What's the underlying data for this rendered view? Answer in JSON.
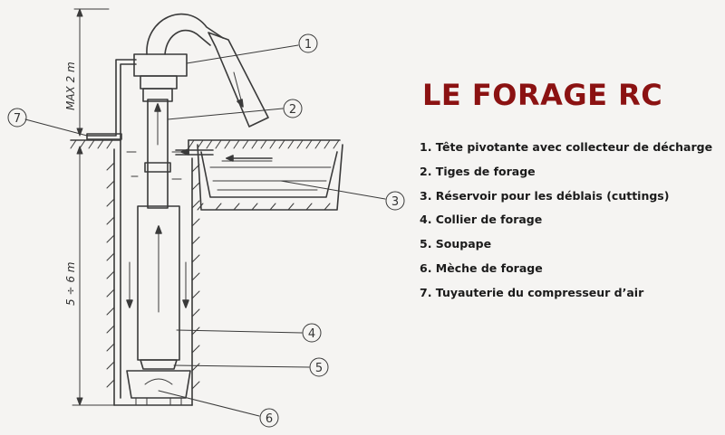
{
  "title": "LE FORAGE RC",
  "colors": {
    "title": "#8b1212",
    "ink": "#3a3a3a",
    "background": "#f5f4f2"
  },
  "legend": [
    "1. Tête pivotante avec collecteur de décharge",
    "2. Tiges de forage",
    "3. Réservoir pour les déblais (cuttings)",
    "4. Collier de forage",
    "5. Soupape",
    "6. Mèche de forage",
    "7. Tuyauterie du compresseur d’air"
  ],
  "callouts": [
    "1",
    "2",
    "3",
    "4",
    "5",
    "6",
    "7"
  ],
  "dimensions": {
    "upper": "MAX 2 m",
    "lower": "5 ÷ 6 m"
  }
}
